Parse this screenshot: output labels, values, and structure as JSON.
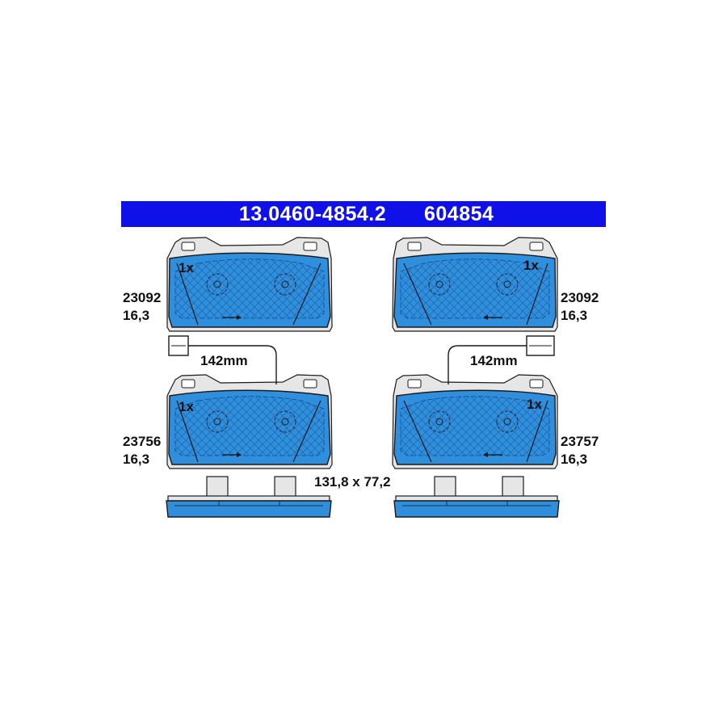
{
  "header": {
    "part_number": "13.0460-4854.2",
    "code": "604854",
    "background": "#1010e8"
  },
  "pad_fill": "#2f8fdc",
  "pads": [
    {
      "id": "top-left",
      "count": "1x",
      "number": "23092",
      "thickness": "16,3"
    },
    {
      "id": "top-right",
      "count": "1x",
      "number": "23092",
      "thickness": "16,3"
    },
    {
      "id": "bottom-left",
      "count": "1x",
      "number": "23756",
      "thickness": "16,3"
    },
    {
      "id": "bottom-right",
      "count": "1x",
      "number": "23757",
      "thickness": "16,3"
    }
  ],
  "sensors": [
    {
      "id": "left",
      "length": "142mm"
    },
    {
      "id": "right",
      "length": "142mm"
    }
  ],
  "dimensions": "131,8 x 77,2"
}
